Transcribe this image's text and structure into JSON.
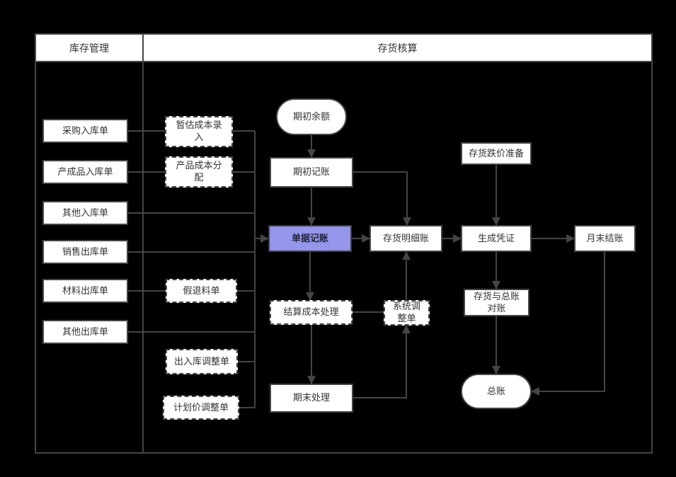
{
  "lanes": {
    "left_title": "库存管理",
    "right_title": "存货核算"
  },
  "nodes": {
    "purchase_in": {
      "label": "采购入库单"
    },
    "product_in": {
      "label": "产成品入库单"
    },
    "other_in": {
      "label": "其他入库单"
    },
    "sale_out": {
      "label": "销售出库单"
    },
    "material_out": {
      "label": "材料出库单"
    },
    "other_out": {
      "label": "其他出库单"
    },
    "est_cost": {
      "lines": [
        "暂估成本录",
        "入"
      ]
    },
    "cost_alloc": {
      "lines": [
        "产品成本分",
        "配"
      ]
    },
    "fake_return": {
      "label": "假退料单"
    },
    "inout_adjust": {
      "label": "出入库调整单"
    },
    "plan_price_adjust": {
      "label": "计划价调整单"
    },
    "opening_balance": {
      "label": "期初余额"
    },
    "opening_posting": {
      "label": "期初记账"
    },
    "doc_posting": {
      "label": "单据记账"
    },
    "settle_cost": {
      "label": "结算成本处理"
    },
    "period_end": {
      "label": "期末处理"
    },
    "sys_adjust": {
      "lines": [
        "系统调",
        "整单"
      ]
    },
    "inventory_ledger": {
      "label": "存货明细账"
    },
    "gen_voucher": {
      "label": "生成凭证"
    },
    "month_close": {
      "label": "月末结账"
    },
    "price_reserve": {
      "label": "存货跌价准备"
    },
    "ledger_recon": {
      "lines": [
        "存货与总账",
        "对账"
      ]
    },
    "general_ledger": {
      "label": "总账"
    }
  },
  "colors": {
    "background": "#000000",
    "box_fill": "#ffffff",
    "line": "#454545",
    "text": "#333333",
    "highlight_fill": "#9595ea",
    "highlight_border": "#3c3c50",
    "highlight_text": "#23233b"
  }
}
